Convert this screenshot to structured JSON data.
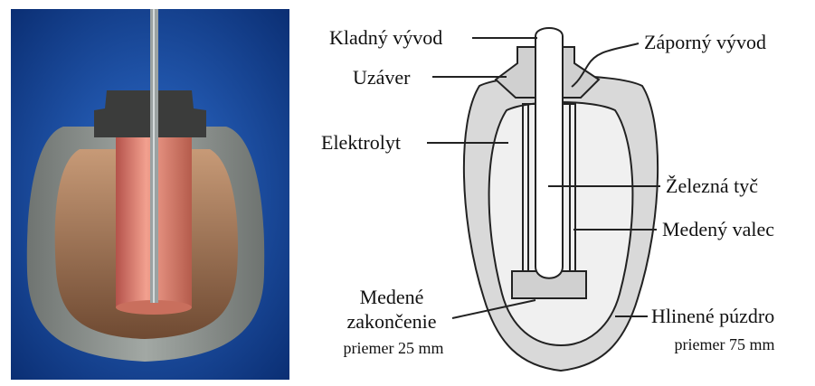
{
  "labels": {
    "positive_terminal": "Kladný vývod",
    "negative_terminal": "Záporný vývod",
    "cap": "Uzáver",
    "electrolyte": "Elektrolyt",
    "iron_rod": "Železná tyč",
    "copper_cylinder": "Medený valec",
    "copper_end_line1": "Medené",
    "copper_end_line2": "zakončenie",
    "copper_end_diameter": "priemer 25 mm",
    "clay_jar": "Hlinené púzdro",
    "clay_jar_diameter": "priemer 75 mm"
  },
  "colors": {
    "photo_background": "#0d3a86",
    "clay": "#8a8f8c",
    "copper": "#e8846e",
    "diagram_line": "#222222",
    "diagram_fill": "#d9d9d9"
  }
}
